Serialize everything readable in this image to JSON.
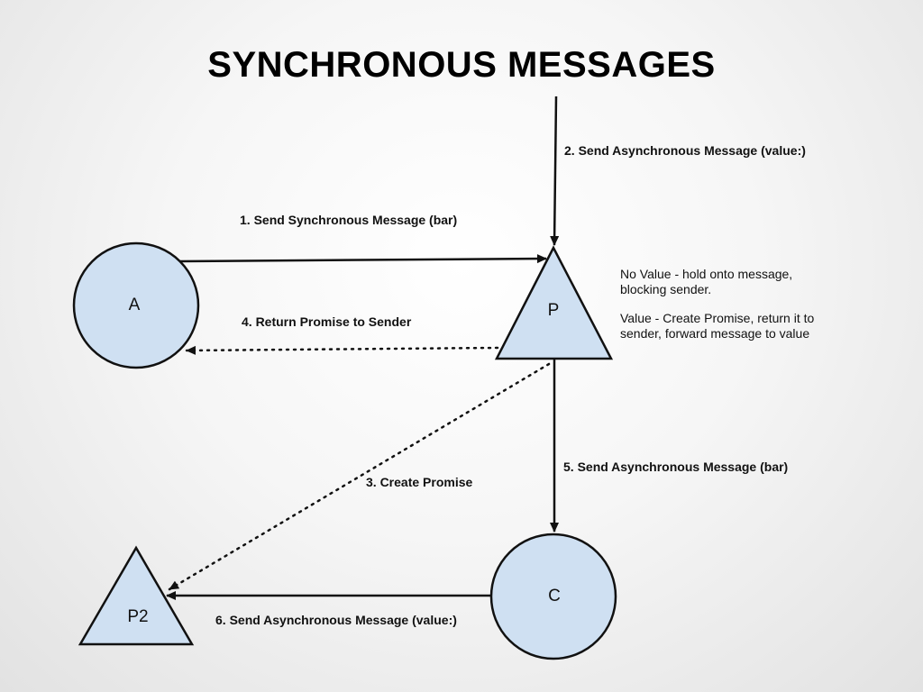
{
  "title": "SYNCHRONOUS MESSAGES",
  "nodes": {
    "a": "A",
    "p": "P",
    "c": "C",
    "p2": "P2"
  },
  "edges": {
    "e1": "1. Send Synchronous Message (bar)",
    "e2": "2. Send Asynchronous Message (value:)",
    "e3": "3. Create Promise",
    "e4": "4. Return Promise to Sender",
    "e5": "5. Send Asynchronous Message (bar)",
    "e6": "6. Send Asynchronous Message (value:)"
  },
  "note": {
    "line1": "No Value - hold onto message,",
    "line2": "blocking sender.",
    "line3": "Value - Create Promise, return it to",
    "line4": "sender, forward message to value"
  },
  "colors": {
    "node_fill": "#cfe0f2",
    "stroke": "#111111"
  }
}
